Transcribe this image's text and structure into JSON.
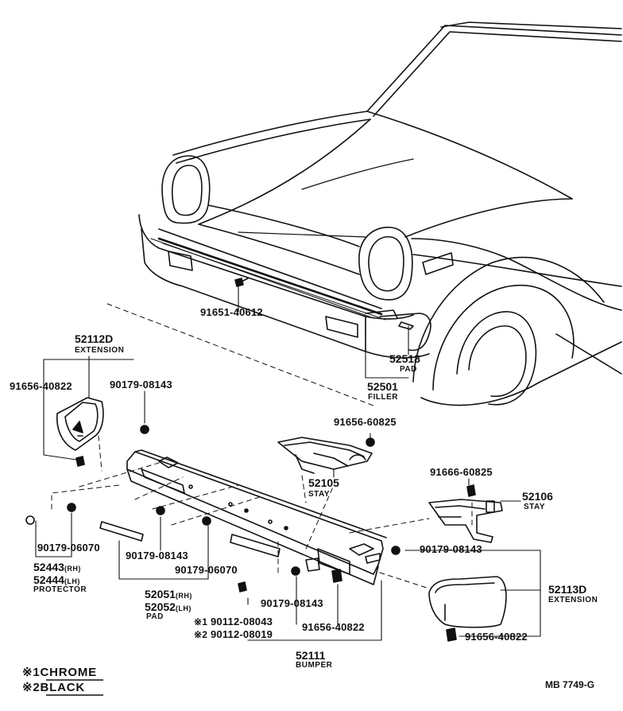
{
  "parts": [
    {
      "key": "p91651",
      "number": "91651-40612"
    },
    {
      "key": "p52518",
      "number": "52518",
      "name": "PAD"
    },
    {
      "key": "p52501",
      "number": "52501",
      "name": "FILLER"
    },
    {
      "key": "p52112D",
      "number": "52112D",
      "name": "EXTENSION"
    },
    {
      "key": "p91656a",
      "number": "91656-40822"
    },
    {
      "key": "p90179a",
      "number": "90179-08143"
    },
    {
      "key": "p91656c",
      "number": "91656-60825"
    },
    {
      "key": "p52105",
      "number": "52105",
      "name": "STAY"
    },
    {
      "key": "p91666",
      "number": "91666-60825"
    },
    {
      "key": "p52106",
      "number": "52106",
      "name": "STAY"
    },
    {
      "key": "p90179b",
      "number": "90179-06070"
    },
    {
      "key": "p52443",
      "number": "52443",
      "side": "(RH)"
    },
    {
      "key": "p52444",
      "number": "52444",
      "side": "(LH)",
      "name": "PROTECTOR"
    },
    {
      "key": "p90179c",
      "number": "90179-08143"
    },
    {
      "key": "p90179d",
      "number": "90179-06070"
    },
    {
      "key": "p52051",
      "number": "52051",
      "side": "(RH)"
    },
    {
      "key": "p52052",
      "number": "52052",
      "side": "(LH)",
      "name": "PAD"
    },
    {
      "key": "p90179e",
      "number": "90179-08143"
    },
    {
      "key": "p90179f",
      "number": "90179-08143"
    },
    {
      "key": "p52113D",
      "number": "52113D",
      "name": "EXTENSION"
    },
    {
      "key": "p91656d",
      "number": "91656-40822"
    },
    {
      "key": "p91656e",
      "number": "91656-40822"
    },
    {
      "key": "p90112a",
      "mark": "※1",
      "number": "90112-08043"
    },
    {
      "key": "p90112b",
      "mark": "※2",
      "number": "90112-08019"
    },
    {
      "key": "p52111",
      "number": "52111",
      "name": "BUMPER"
    }
  ],
  "legend": [
    {
      "mark": "※1",
      "text": "CHROME"
    },
    {
      "mark": "※2",
      "text": "BLACK"
    }
  ],
  "code": "MB 7749-G"
}
